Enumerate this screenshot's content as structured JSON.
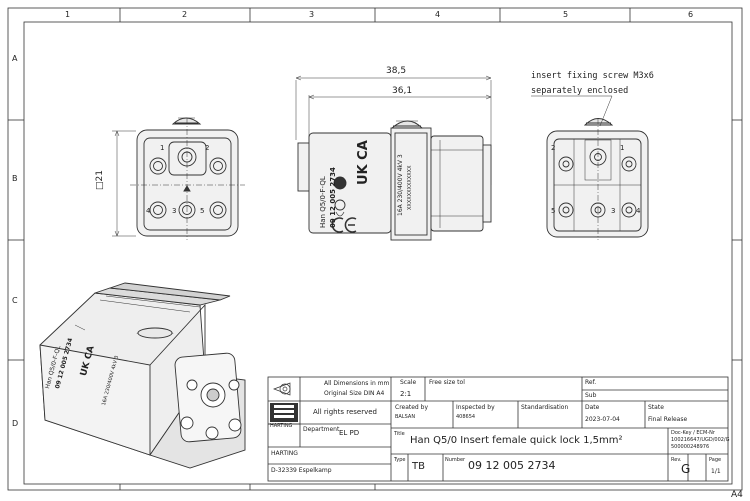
{
  "border": {
    "columns": [
      "1",
      "2",
      "3",
      "4",
      "5",
      "6"
    ],
    "rows": [
      "A",
      "B",
      "C",
      "D"
    ],
    "sheet_size": "A4"
  },
  "dimensions": {
    "overall_length": "38,5",
    "body_length": "36,1",
    "square_size": "□21"
  },
  "note": {
    "line1": "insert fixing screw M3x6",
    "line2": "separately enclosed"
  },
  "front_view": {
    "pin_labels": [
      "1",
      "2",
      "3",
      "4",
      "5"
    ]
  },
  "rear_view": {
    "pin_labels": [
      "1",
      "2",
      "3",
      "4",
      "5"
    ]
  },
  "side_view": {
    "marking_type": "Han Q5/0-F-QL",
    "marking_part": "09 12 005 2734",
    "marking_rating": "16A 230/400V 4kV 3",
    "marking_serial": "XXXXXXXXXXXXX",
    "marking_ukca": "UK CA"
  },
  "iso_view": {
    "marking_type": "Han Q5/0-F-QL",
    "marking_part": "09 12 005 2734",
    "marking_rating": "16A 230/400V 4kV 3",
    "marking_ukca": "UK CA"
  },
  "title_block": {
    "dims_note_1": "All Dimensions in mm",
    "dims_note_2": "Original Size DIN A4",
    "scale_label": "Scale",
    "scale_value": "2:1",
    "tolerance": "Free size tol",
    "ref_label": "Ref.",
    "sub_label": "Sub",
    "rights": "All rights reserved",
    "brand": "HARTING",
    "created_label": "Created by",
    "created_value": "BALSAN",
    "inspected_label": "Inspected by",
    "inspected_value": "408654",
    "standard_label": "Standardisation",
    "date_label": "Date",
    "date_value": "2023-07-04",
    "state_label": "State",
    "state_value": "Final Release",
    "department_label": "Department",
    "department_value": "EL PD",
    "title_label": "Title",
    "title_value": "Han Q5/0 Insert female quick lock 1,5mm²",
    "doc_key_label": "Doc-Key / ECM-Nr",
    "doc_key_value_1": "100216647/UGD/002/G",
    "doc_key_value_2": "500000248976",
    "company": "HARTING",
    "address": "D-32339 Espelkamp",
    "type_label": "Type",
    "type_value": "TB",
    "number_label": "Number",
    "number_value": "09 12 005 2734",
    "rev_label": "Rev.",
    "rev_value": "G",
    "page_label": "Page",
    "page_value": "1/1"
  }
}
